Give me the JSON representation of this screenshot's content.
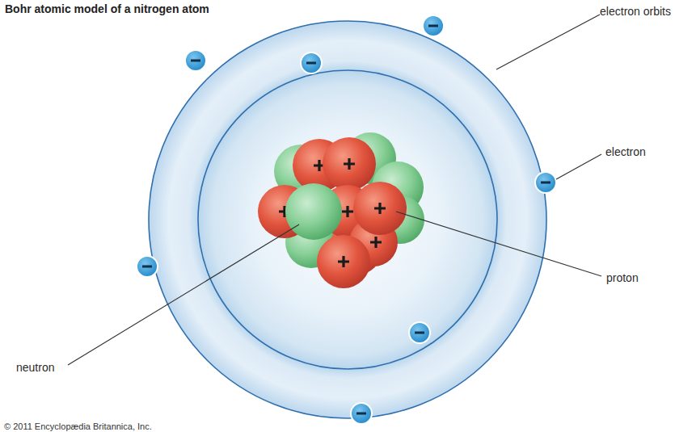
{
  "diagram": {
    "title": "Bohr atomic model of a nitrogen atom",
    "labels": [
      "electron orbits",
      "electron",
      "proton",
      "neutron",
      "© 2011 Encyclopædia Britannica, Inc."
    ]
  }
}
